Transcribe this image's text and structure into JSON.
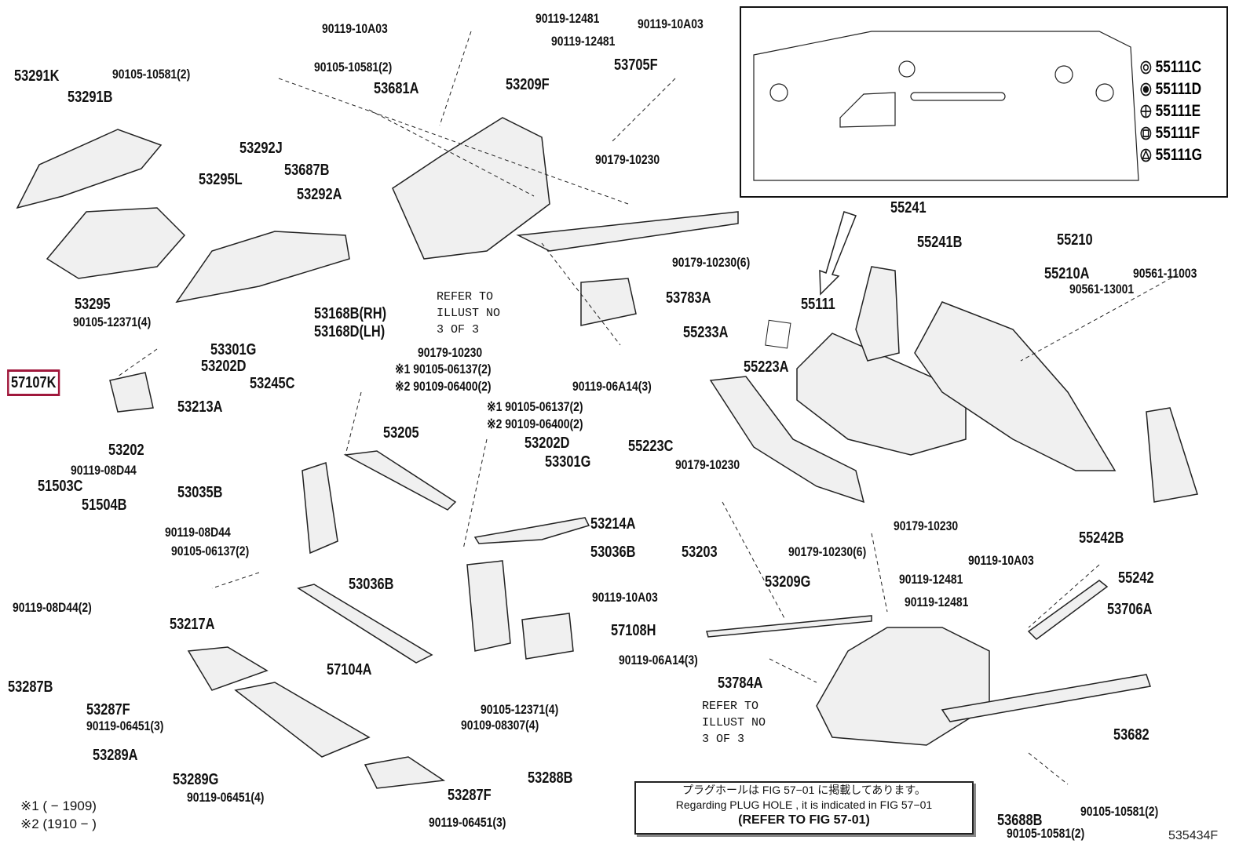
{
  "labels": [
    "90119-10A03",
    "90119-12481",
    "90119-10A03",
    "90119-12481",
    "53291K",
    "90105-10581(2)",
    "90105-10581(2)",
    "53705F",
    "53681A",
    "53209F",
    "53291B",
    "53292J",
    "90179-10230",
    "53687B",
    "53295L",
    "53292A",
    "55241",
    "55210",
    "55241B",
    "55210A",
    "90561-11003",
    "90179-10230(6)",
    "90561-13001",
    "53783A",
    "55111",
    "53295",
    "90105-12371(4)",
    "53168B(RH)",
    "53168D(LH)",
    "55233A",
    "53301G",
    "90179-10230",
    "53202D",
    "55223A",
    "57107K",
    "53245C",
    "※1 90105-06137(2)",
    "※2 90109-06400(2)",
    "90119-06A14(3)",
    "53213A",
    "※1 90105-06137(2)",
    "※2 90109-06400(2)",
    "53205",
    "53202D",
    "53202",
    "55223C",
    "90179-10230",
    "53301G",
    "90119-08D44",
    "51503C",
    "53035B",
    "51504B",
    "90119-08D44",
    "90179-10230",
    "53214A",
    "55242B",
    "90105-06137(2)",
    "90179-10230(6)",
    "53036B",
    "53203",
    "90119-10A03",
    "53209G",
    "55242",
    "90119-12481",
    "53036B",
    "90119-08D44(2)",
    "90119-10A03",
    "90119-12481",
    "53706A",
    "53217A",
    "57108H",
    "90119-06A14(3)",
    "57104A",
    "53784A",
    "53287B",
    "53287F",
    "90105-12371(4)",
    "90119-06451(3)",
    "90109-08307(4)",
    "53682",
    "53289A",
    "53288B",
    "53289G",
    "90119-06451(4)",
    "53287F",
    "90119-06451(3)",
    "53688B",
    "90105-10581(2)",
    "90105-10581(2)"
  ],
  "highlighted_part": "57107K",
  "highlight_color": "#a0183c",
  "refer_notes": [
    "REFER TO\nILLUST NO\n3 OF 3",
    "REFER TO\nILLUST NO\n3 OF 3"
  ],
  "note_box": {
    "line_jp": "プラグホールは FIG 57−01 に掲載してあります。",
    "line_en": "Regarding  PLUG  HOLE , it is indicated in FIG  57−01",
    "line_ref": "(REFER TO FIG 57-01)"
  },
  "inset_legend": [
    {
      "icon": "double-circle-icon",
      "label": "55111C"
    },
    {
      "icon": "filled-circle-icon",
      "label": "55111D"
    },
    {
      "icon": "crosshair-circle-icon",
      "label": "55111E"
    },
    {
      "icon": "square-circle-icon",
      "label": "55111F"
    },
    {
      "icon": "triangle-circle-icon",
      "label": "55111G"
    }
  ],
  "footnotes": [
    "※1 (        − 1909)",
    "※2 (1910 −        )"
  ],
  "diagram_code": "535434F"
}
